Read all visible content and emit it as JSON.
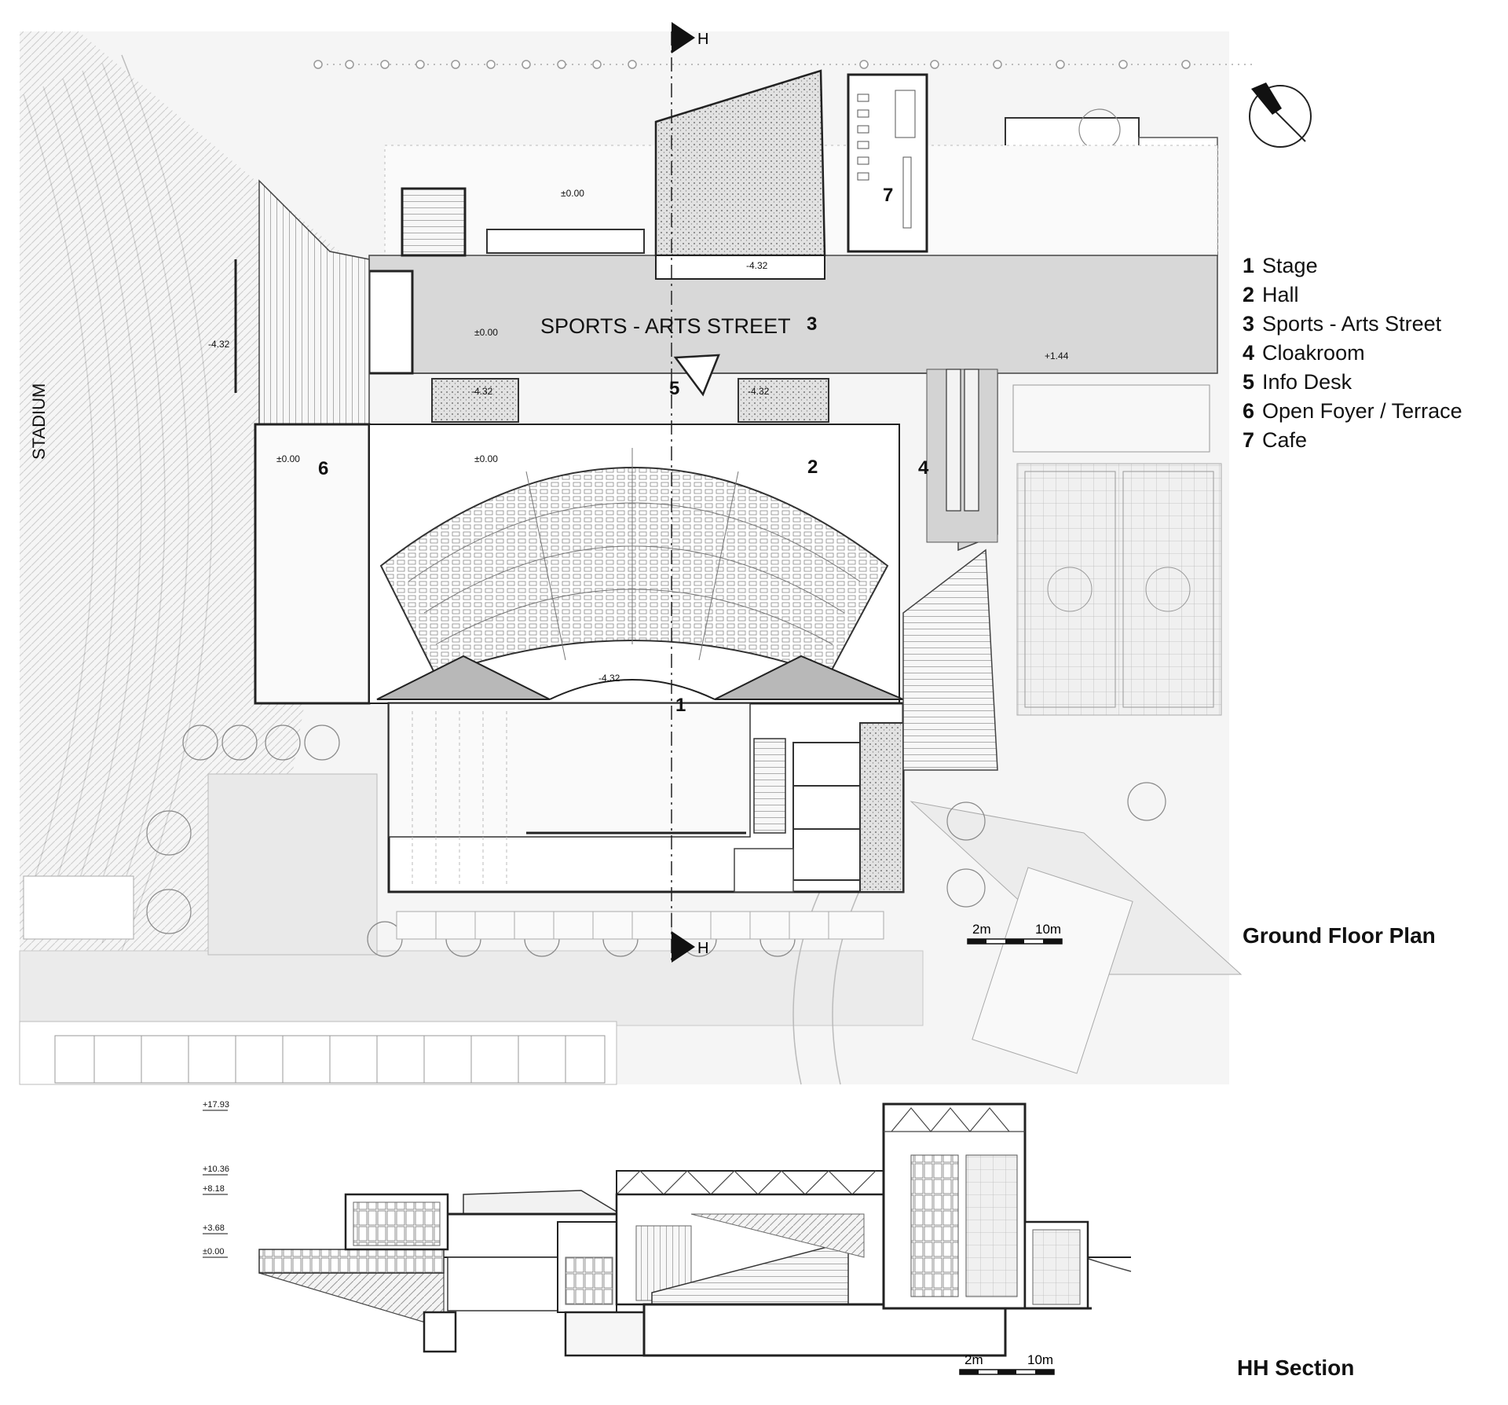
{
  "plan": {
    "title": "Ground Floor Plan",
    "street_label": "SPORTS - ARTS STREET",
    "side_label": "STADIUM",
    "section_marker": "H",
    "room_numbers": [
      "1",
      "2",
      "3",
      "4",
      "5",
      "6",
      "7"
    ],
    "levels": {
      "plaza": "±0.00",
      "street": "±0.00",
      "foyer": "±0.00",
      "hall": "±0.00",
      "stage_pit": "-4.32",
      "cafe_pit": "-4.32",
      "stadium_steps": "-4.32",
      "planter_a": "-4.32",
      "planter_b": "-4.32",
      "east_street": "+1.44"
    },
    "scale": {
      "small": "2m",
      "large": "10m"
    }
  },
  "section": {
    "title": "HH Section",
    "elevations": [
      "+17.93",
      "+10.36",
      "+8.18",
      "+3.68",
      "±0.00"
    ],
    "scale": {
      "small": "2m",
      "large": "10m"
    }
  },
  "legend": [
    {
      "num": "1",
      "label": "Stage"
    },
    {
      "num": "2",
      "label": "Hall"
    },
    {
      "num": "3",
      "label": "Sports - Arts Street"
    },
    {
      "num": "4",
      "label": "Cloakroom"
    },
    {
      "num": "5",
      "label": "Info Desk"
    },
    {
      "num": "6",
      "label": "Open Foyer / Terrace"
    },
    {
      "num": "7",
      "label": "Cafe"
    }
  ],
  "colors": {
    "line": "#222222",
    "fill_grey": "#d6d6d6",
    "fill_light": "#ececec",
    "site": "#f2f2f2"
  }
}
